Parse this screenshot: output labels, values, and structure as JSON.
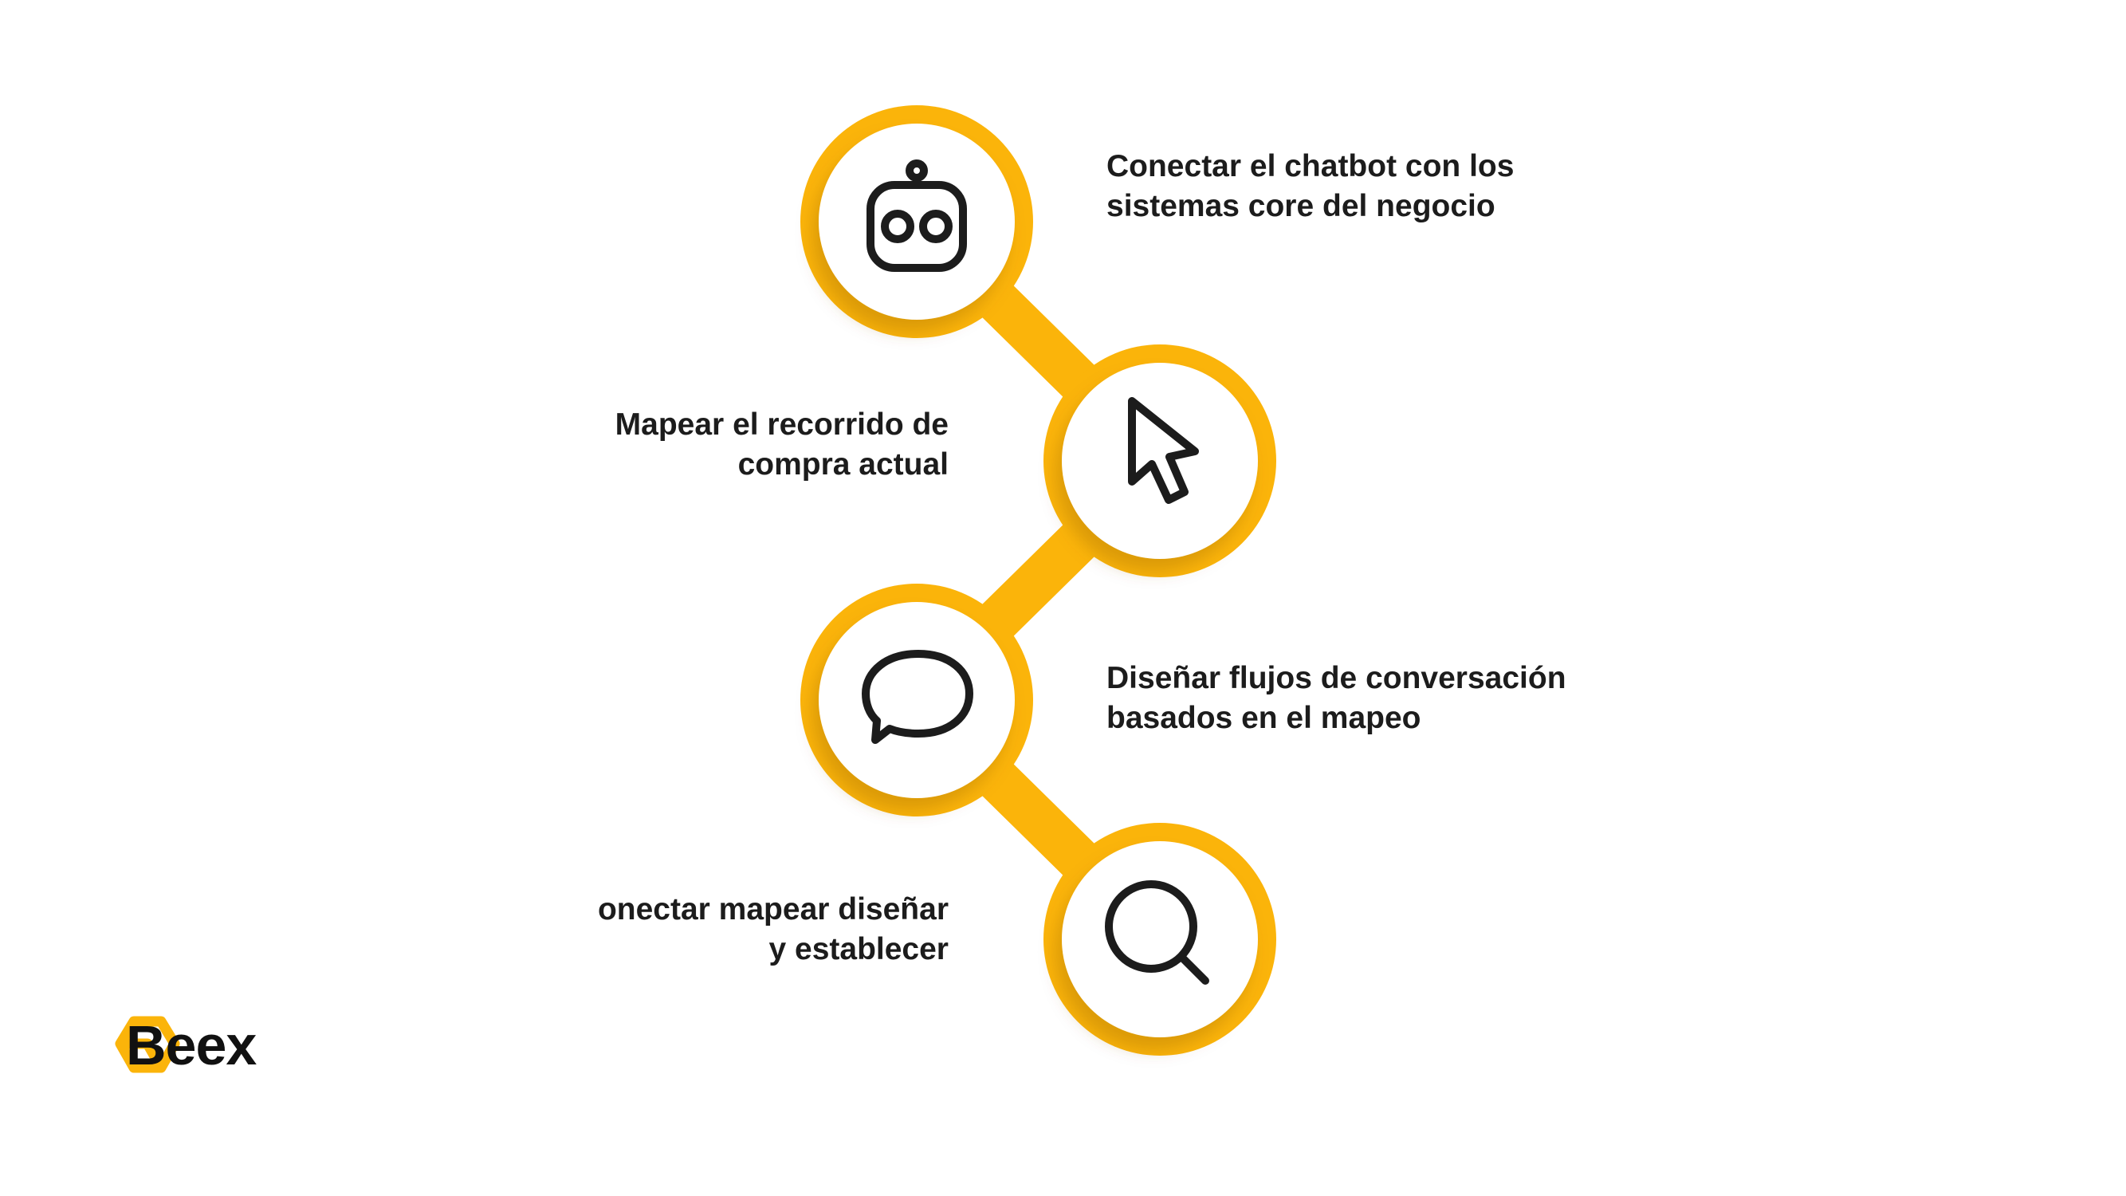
{
  "colors": {
    "accent": "#FBB40A",
    "circle_fill": "#FFFFFF",
    "icon_stroke": "#1C1C1C",
    "text": "#1C1C1C"
  },
  "steps": [
    {
      "icon": "robot-icon",
      "lines": [
        "Conectar el chatbot con los",
        "sistemas core del negocio"
      ]
    },
    {
      "icon": "cursor-arrow-icon",
      "lines": [
        "Mapear el recorrido de",
        "compra actual"
      ]
    },
    {
      "icon": "chat-bubble-icon",
      "lines": [
        "Diseñar flujos de conversación",
        "basados en el mapeo"
      ]
    },
    {
      "icon": "magnifier-icon",
      "lines": [
        "onectar mapear diseñar",
        "y establecer "
      ]
    }
  ],
  "brand": {
    "name": "Beex",
    "logo_icon": "hexagon-logo-icon"
  }
}
